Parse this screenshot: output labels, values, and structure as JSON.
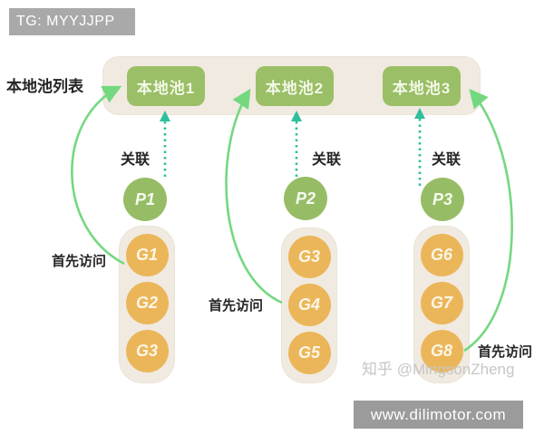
{
  "badge": {
    "label": "TG: MYYJJPP"
  },
  "diagram": {
    "pool_list_label": "本地池列表",
    "pools": [
      {
        "label": "本地池1"
      },
      {
        "label": "本地池2"
      },
      {
        "label": "本地池3"
      }
    ],
    "assoc_labels": [
      {
        "label": "关联"
      },
      {
        "label": "关联"
      },
      {
        "label": "关联"
      }
    ],
    "processors": [
      {
        "label": "P1"
      },
      {
        "label": "P2"
      },
      {
        "label": "P3"
      }
    ],
    "first_access_labels": [
      {
        "label": "首先访问"
      },
      {
        "label": "首先访问"
      },
      {
        "label": "首先访问"
      }
    ],
    "goroutine_columns": [
      {
        "circles": [
          {
            "label": "G1"
          },
          {
            "label": "G2"
          },
          {
            "label": "G3"
          }
        ]
      },
      {
        "circles": [
          {
            "label": "G3"
          },
          {
            "label": "G4"
          },
          {
            "label": "G5"
          }
        ]
      },
      {
        "circles": [
          {
            "label": "G6"
          },
          {
            "label": "G7"
          },
          {
            "label": "G8"
          }
        ]
      }
    ]
  },
  "watermark": {
    "label": "知乎 @MingsonZheng"
  },
  "footer": {
    "label": "www.dilimotor.com"
  },
  "colors": {
    "pool_green": "#9bbf66",
    "processor_green": "#96bd66",
    "goroutine_orange": "#ebb659",
    "container_beige": "#f0eae0",
    "arrow_green": "#74d880",
    "assoc_teal": "#2fbf9c",
    "badge_gray": "#a9a9a9",
    "footer_gray": "#9b9b9b"
  }
}
